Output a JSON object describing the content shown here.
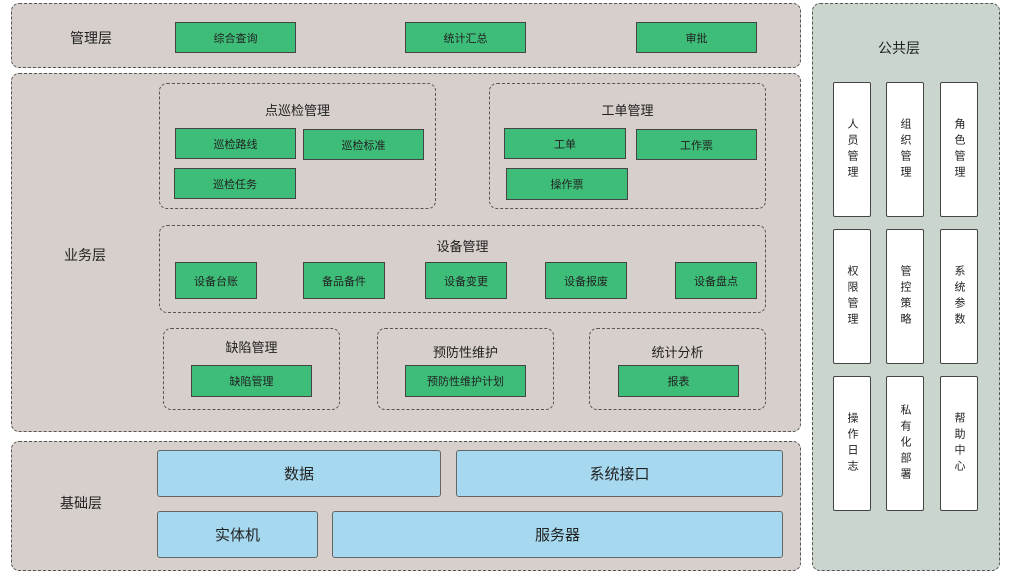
{
  "management": {
    "label": "管理层",
    "items": [
      "综合查询",
      "统计汇总",
      "审批"
    ]
  },
  "business": {
    "label": "业务层",
    "inspection": {
      "title": "点巡检管理",
      "items": [
        "巡检路线",
        "巡检标准",
        "巡检任务"
      ]
    },
    "workorder": {
      "title": "工单管理",
      "items": [
        "工单",
        "工作票",
        "操作票"
      ]
    },
    "equipment": {
      "title": "设备管理",
      "items": [
        "设备台账",
        "备品备件",
        "设备变更",
        "设备报废",
        "设备盘点"
      ]
    },
    "defect": {
      "title": "缺陷管理",
      "items": [
        "缺陷管理"
      ]
    },
    "preventive": {
      "title": "预防性维护",
      "items": [
        "预防性维护计划"
      ]
    },
    "statistics": {
      "title": "统计分析",
      "items": [
        "报表"
      ]
    }
  },
  "foundation": {
    "label": "基础层",
    "items": [
      "数据",
      "系统接口",
      "实体机",
      "服务器"
    ]
  },
  "public": {
    "label": "公共层",
    "items": [
      "人员管理",
      "组织管理",
      "角色管理",
      "权限管理",
      "管控策略",
      "系统参数",
      "操作日志",
      "私有化部署",
      "帮助中心"
    ]
  }
}
